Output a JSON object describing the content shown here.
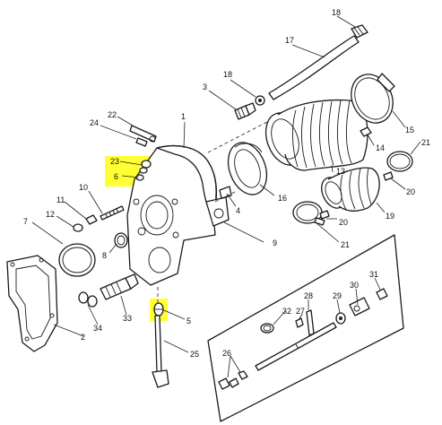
{
  "colors": {
    "highlight": "#ffff33",
    "ink": "#1a1a1a",
    "background": "#ffffff"
  },
  "callouts": [
    {
      "id": "c1",
      "text": "1"
    },
    {
      "id": "c2",
      "text": "2"
    },
    {
      "id": "c3",
      "text": "3"
    },
    {
      "id": "c4",
      "text": "4"
    },
    {
      "id": "c5",
      "text": "5"
    },
    {
      "id": "c6",
      "text": "6"
    },
    {
      "id": "c7",
      "text": "7"
    },
    {
      "id": "c8",
      "text": "8"
    },
    {
      "id": "c9",
      "text": "9"
    },
    {
      "id": "c10",
      "text": "10"
    },
    {
      "id": "c11",
      "text": "11"
    },
    {
      "id": "c12",
      "text": "12"
    },
    {
      "id": "c13",
      "text": "13"
    },
    {
      "id": "c14",
      "text": "14"
    },
    {
      "id": "c15",
      "text": "15"
    },
    {
      "id": "c16",
      "text": "16"
    },
    {
      "id": "c17",
      "text": "17"
    },
    {
      "id": "c18a",
      "text": "18"
    },
    {
      "id": "c18b",
      "text": "18"
    },
    {
      "id": "c19",
      "text": "19"
    },
    {
      "id": "c20a",
      "text": "20"
    },
    {
      "id": "c20b",
      "text": "20"
    },
    {
      "id": "c21a",
      "text": "21"
    },
    {
      "id": "c21b",
      "text": "21"
    },
    {
      "id": "c22",
      "text": "22"
    },
    {
      "id": "c23",
      "text": "23"
    },
    {
      "id": "c24",
      "text": "24"
    },
    {
      "id": "c25",
      "text": "25"
    },
    {
      "id": "c26",
      "text": "26"
    },
    {
      "id": "c27",
      "text": "27"
    },
    {
      "id": "c28",
      "text": "28"
    },
    {
      "id": "c29",
      "text": "29"
    },
    {
      "id": "c30",
      "text": "30"
    },
    {
      "id": "c31",
      "text": "31"
    },
    {
      "id": "c32",
      "text": "32"
    },
    {
      "id": "c33",
      "text": "33"
    },
    {
      "id": "c34",
      "text": "34"
    }
  ]
}
